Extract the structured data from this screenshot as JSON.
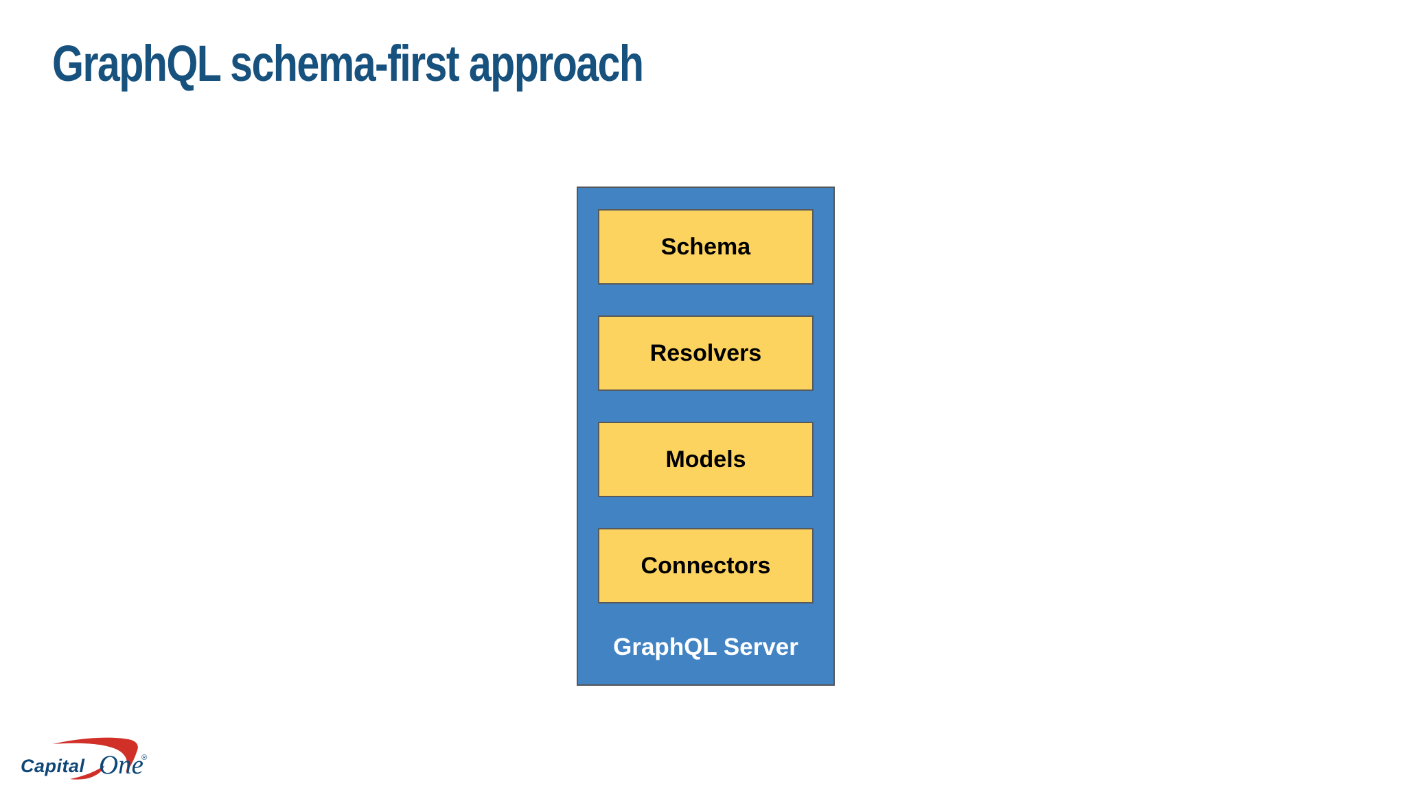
{
  "slide": {
    "title": "GraphQL schema-first approach",
    "diagram": {
      "server_label": "GraphQL Server",
      "layers": [
        "Schema",
        "Resolvers",
        "Models",
        "Connectors"
      ]
    },
    "logo": {
      "brand_part1": "Capital",
      "brand_part2": "One",
      "registered_mark": "®"
    },
    "colors": {
      "title": "#17517E",
      "container_fill": "#4283C4",
      "container_border": "#54565A",
      "layer_fill": "#FCD35F",
      "layer_border": "#58595B",
      "layer_text": "#000000",
      "server_text": "#FFFFFF",
      "logo_blue": "#0E4777",
      "logo_red": "#D03027",
      "background": "#FFFFFF"
    }
  }
}
